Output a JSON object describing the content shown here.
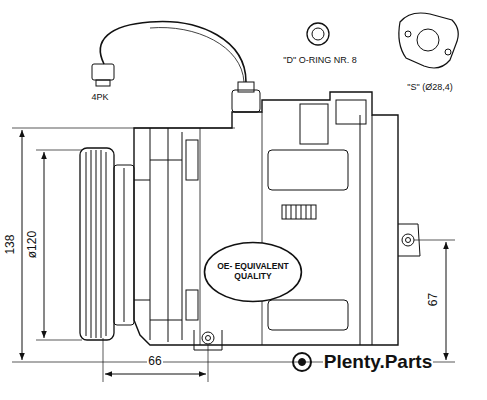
{
  "diagram": {
    "nodes": [
      {
        "text": [
          "OE- EQUIVALENT QUALITY"
        ]
      }
    ],
    "labels": [
      "\"D\" O-RING NR. 8",
      "\"S\" (Ø28,4)",
      "4PK",
      "138",
      "ø120",
      "66",
      "67",
      "Plenty.Parts"
    ]
  }
}
